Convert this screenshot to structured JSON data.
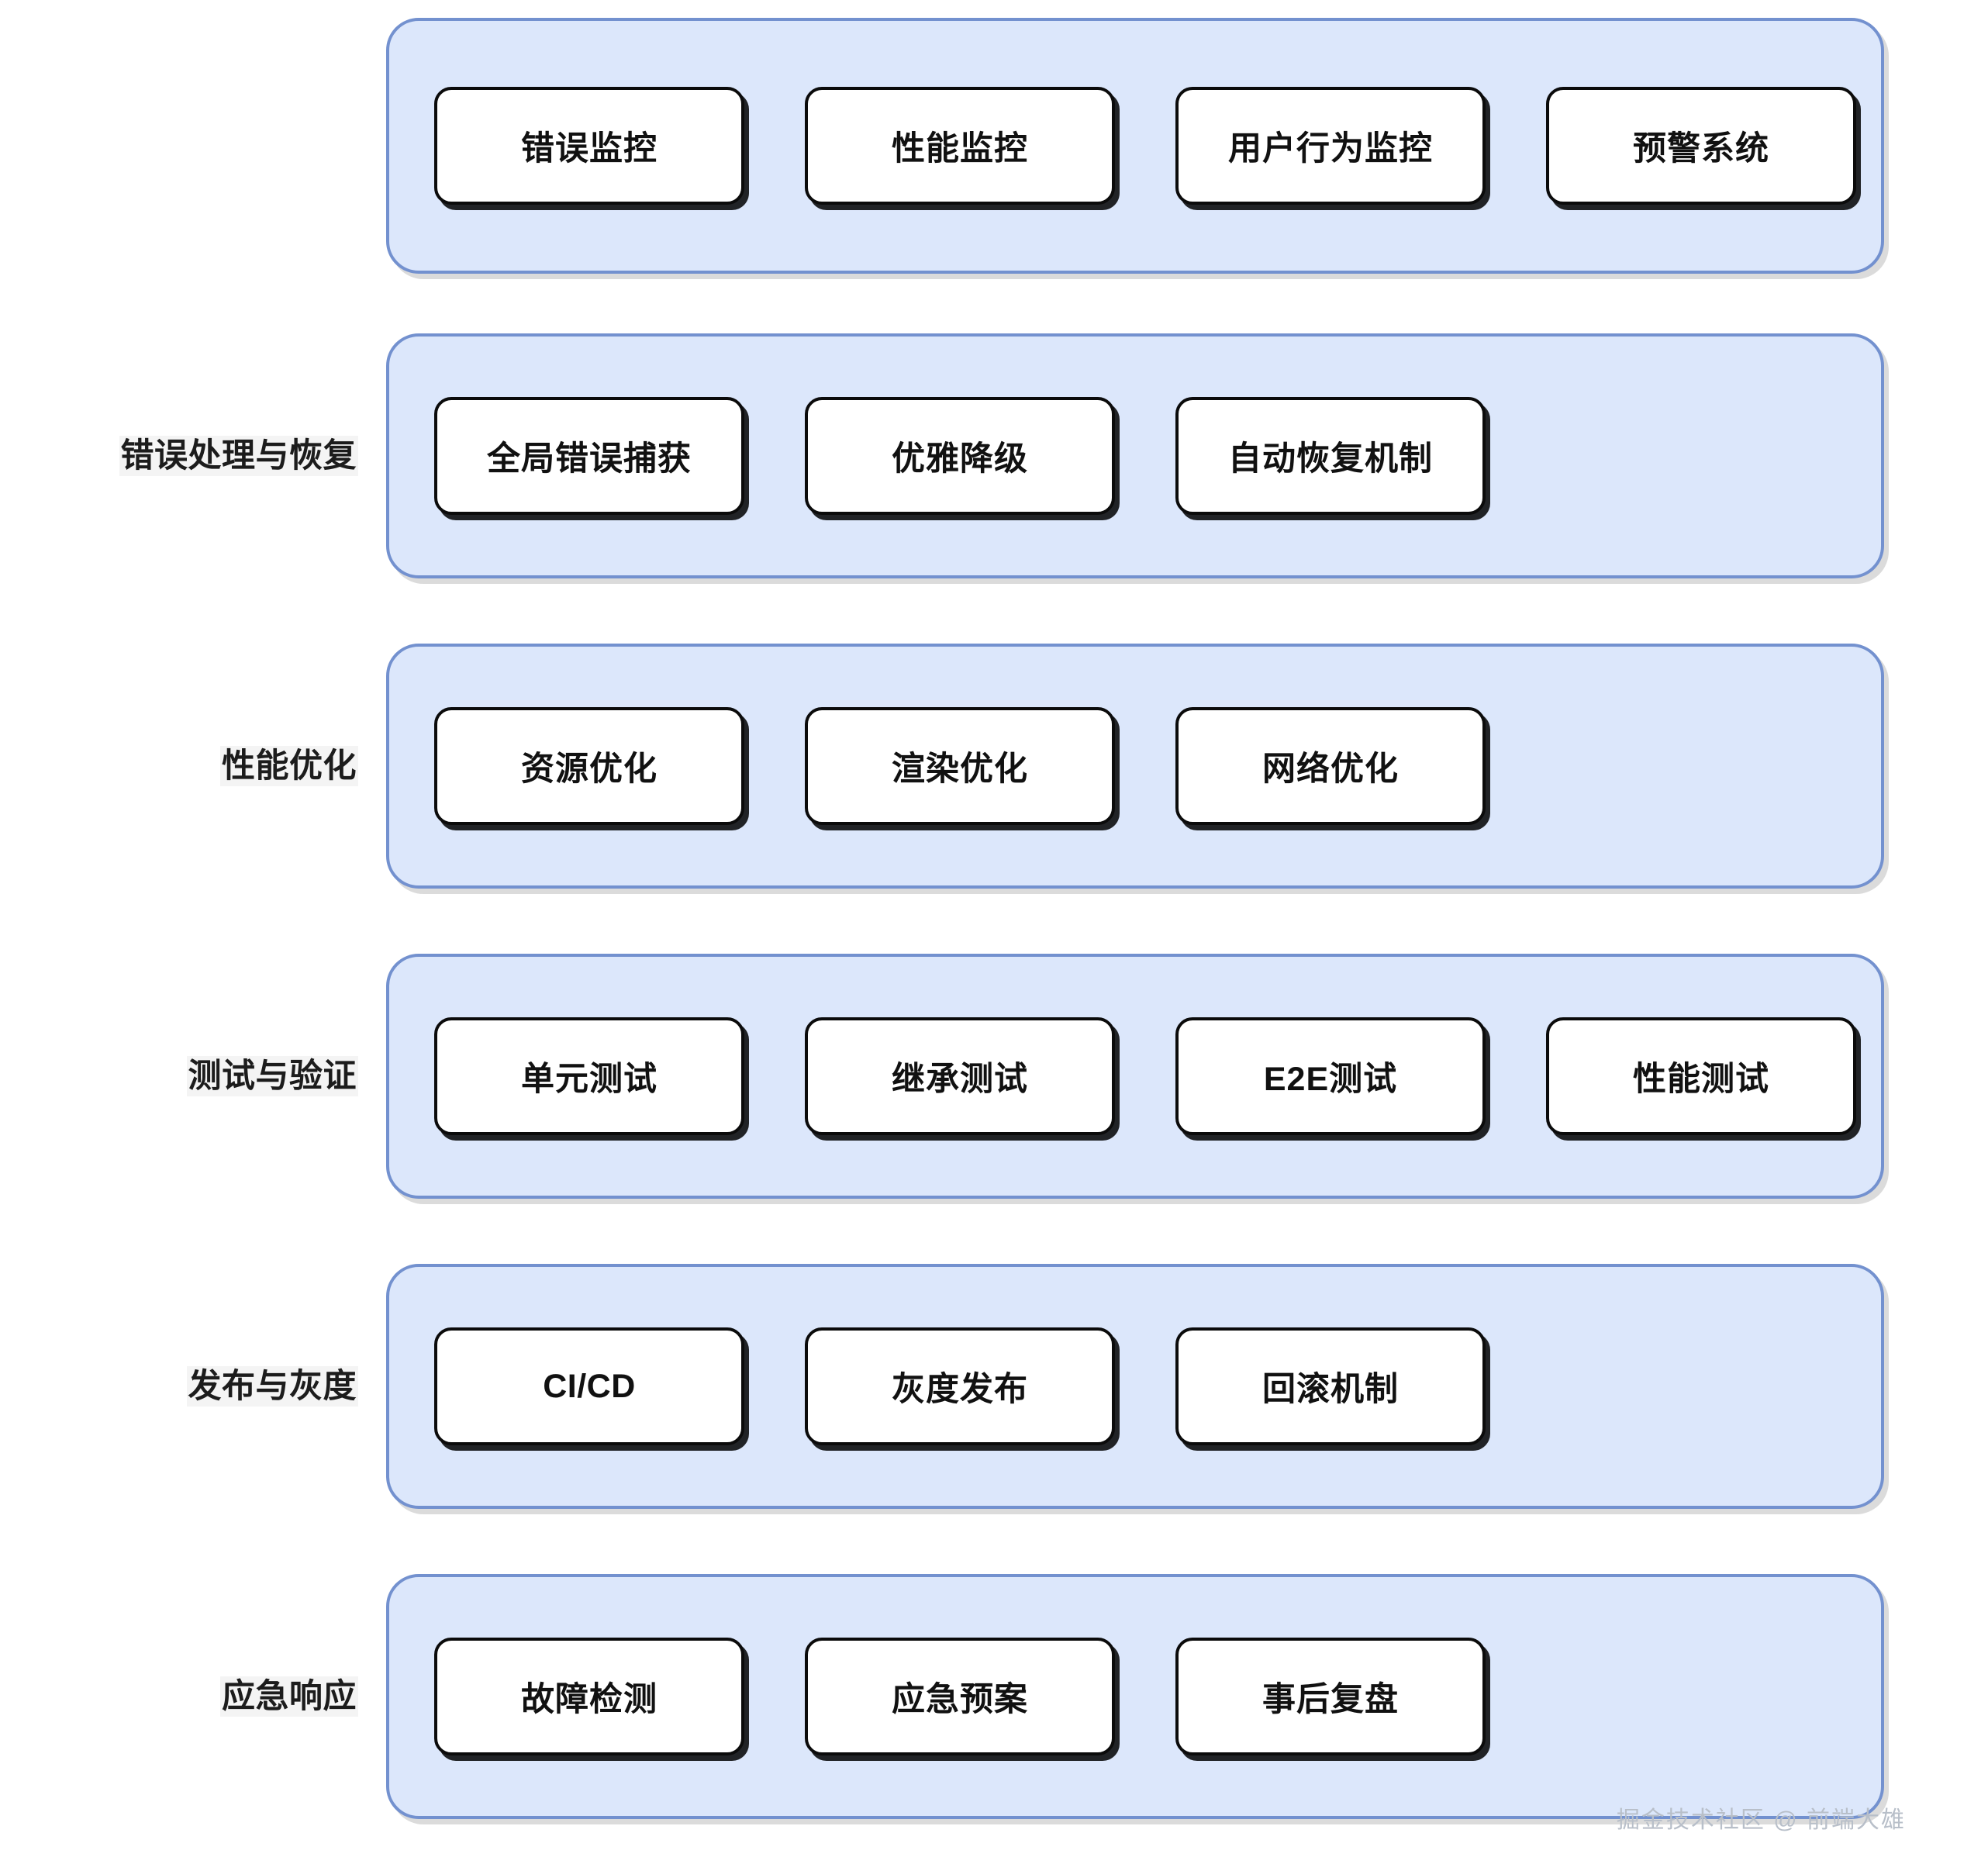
{
  "diagram": {
    "type": "grouped-block-diagram",
    "title": "",
    "background_color": "#ffffff",
    "band_fill_color": "#dce7fb",
    "band_border_color": "#7391cf",
    "node_fill_color": "#ffffff",
    "node_border_color": "#0b0b0b",
    "label_highlight_color": "#f4f4f4",
    "rows": [
      {
        "label": "",
        "nodes": [
          {
            "text": "错误监控"
          },
          {
            "text": "性能监控"
          },
          {
            "text": "用户行为监控"
          },
          {
            "text": "预警系统"
          }
        ]
      },
      {
        "label": "错误处理与恢复",
        "nodes": [
          {
            "text": "全局错误捕获"
          },
          {
            "text": "优雅降级"
          },
          {
            "text": "自动恢复机制"
          }
        ]
      },
      {
        "label": "性能优化",
        "nodes": [
          {
            "text": "资源优化"
          },
          {
            "text": "渲染优化"
          },
          {
            "text": "网络优化"
          }
        ]
      },
      {
        "label": "测试与验证",
        "nodes": [
          {
            "text": "单元测试"
          },
          {
            "text": "继承测试"
          },
          {
            "text": "E2E测试"
          },
          {
            "text": "性能测试"
          }
        ]
      },
      {
        "label": "发布与灰度",
        "nodes": [
          {
            "text": "CI/CD",
            "latin": true
          },
          {
            "text": "灰度发布"
          },
          {
            "text": "回滚机制"
          }
        ]
      },
      {
        "label": "应急响应",
        "nodes": [
          {
            "text": "故障检测"
          },
          {
            "text": "应急预案"
          },
          {
            "text": "事后复盘"
          }
        ]
      }
    ]
  },
  "watermark": {
    "text": "掘金技术社区 @ 前端大雄"
  }
}
